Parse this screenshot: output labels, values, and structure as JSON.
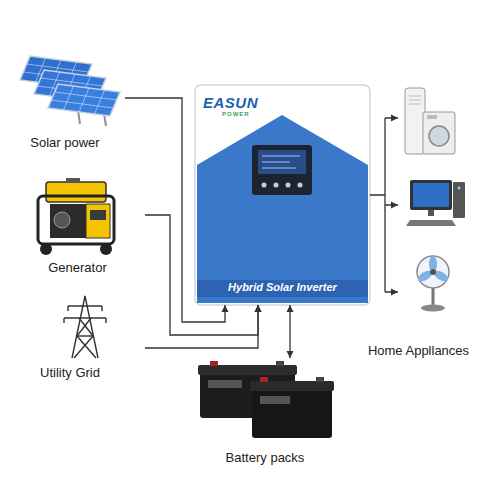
{
  "diagram": {
    "nodes": [
      {
        "text": [
          "Solar power"
        ]
      },
      {
        "text": [
          "EASUN",
          "POWER",
          "Hybrid Solar Inverter"
        ]
      },
      {
        "text": [
          "Home Appllances"
        ]
      },
      {
        "text": [
          "Generator"
        ]
      },
      {
        "text": [
          "Utility Grid"
        ]
      },
      {
        "text": [
          "Battery packs"
        ]
      }
    ],
    "edges": [
      {
        "from": 0,
        "to": 1,
        "arrow": "to"
      },
      {
        "from": 3,
        "to": 1,
        "arrow": "to"
      },
      {
        "from": 4,
        "to": 1,
        "arrow": "to"
      },
      {
        "from": 1,
        "to": 5,
        "arrow": "both"
      },
      {
        "from": 1,
        "to": 2,
        "arrow": "to"
      }
    ]
  }
}
